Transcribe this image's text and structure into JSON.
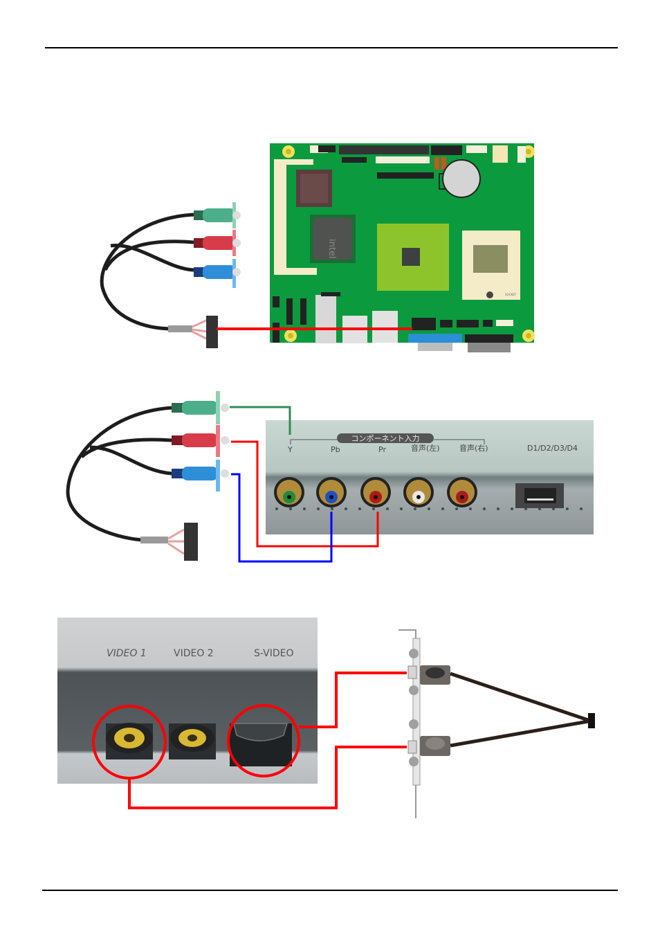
{
  "page": {
    "header_rule": true,
    "footer_rule": true
  },
  "figures": {
    "board_to_cable": {
      "board": {
        "chip_logo": "intel",
        "socket_label": "SOCKET"
      },
      "cable_connectors": [
        "green",
        "red",
        "blue"
      ],
      "link_color": "#ff0000"
    },
    "component_connection": {
      "panel": {
        "group_label": "コンポーネント入力",
        "jack_labels": [
          "Y",
          "Pb",
          "Pr",
          "音声(左)",
          "音声(右)"
        ],
        "extra_label": "D1/D2/D3/D4"
      },
      "jacks": [
        {
          "name": "Y",
          "color": "#1e8a3c"
        },
        {
          "name": "Pb",
          "color": "#1f4fc0"
        },
        {
          "name": "Pr",
          "color": "#b01818"
        },
        {
          "name": "audio-left",
          "color": "#e8e8e8"
        },
        {
          "name": "audio-right",
          "color": "#a81c1c"
        }
      ],
      "wire_colors": {
        "Y": "#2e8b57",
        "Pr": "#ff0000",
        "Pb": "#0000ff"
      }
    },
    "svideo_connection": {
      "panel": {
        "labels": [
          "VIDEO 1",
          "VIDEO 2",
          "S-VIDEO"
        ]
      },
      "highlight_color": "#ff0000"
    }
  }
}
